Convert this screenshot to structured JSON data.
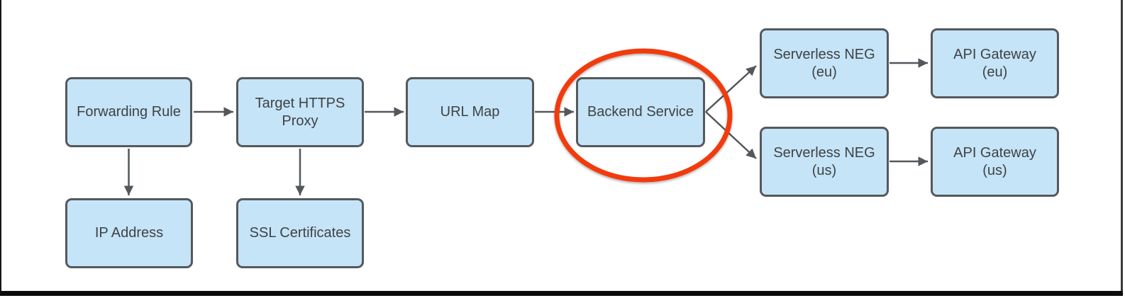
{
  "diagram": {
    "nodes": [
      {
        "id": "forwarding-rule",
        "label": "Forwarding Rule"
      },
      {
        "id": "target-https-proxy",
        "label": "Target HTTPS\nProxy"
      },
      {
        "id": "url-map",
        "label": "URL Map"
      },
      {
        "id": "backend-service",
        "label": "Backend Service"
      },
      {
        "id": "serverless-neg-eu",
        "label": "Serverless NEG\n(eu)"
      },
      {
        "id": "api-gateway-eu",
        "label": "API Gateway\n(eu)"
      },
      {
        "id": "serverless-neg-us",
        "label": "Serverless NEG\n(us)"
      },
      {
        "id": "api-gateway-us",
        "label": "API Gateway\n(us)"
      },
      {
        "id": "ip-address",
        "label": "IP Address"
      },
      {
        "id": "ssl-certificates",
        "label": "SSL Certificates"
      }
    ],
    "edges": [
      {
        "from": "forwarding-rule",
        "to": "target-https-proxy"
      },
      {
        "from": "forwarding-rule",
        "to": "ip-address"
      },
      {
        "from": "target-https-proxy",
        "to": "url-map"
      },
      {
        "from": "target-https-proxy",
        "to": "ssl-certificates"
      },
      {
        "from": "url-map",
        "to": "backend-service"
      },
      {
        "from": "backend-service",
        "to": "serverless-neg-eu"
      },
      {
        "from": "backend-service",
        "to": "serverless-neg-us"
      },
      {
        "from": "serverless-neg-eu",
        "to": "api-gateway-eu"
      },
      {
        "from": "serverless-neg-us",
        "to": "api-gateway-us"
      }
    ],
    "highlight": {
      "shape": "ellipse",
      "around": "backend-service",
      "color": "#f23a10"
    },
    "colors": {
      "node_fill": "#c5e4f7",
      "node_border": "#55585c",
      "arrow": "#54585c",
      "highlight": "#f23a10",
      "text": "#3f4245",
      "background": "#ffffff"
    }
  }
}
